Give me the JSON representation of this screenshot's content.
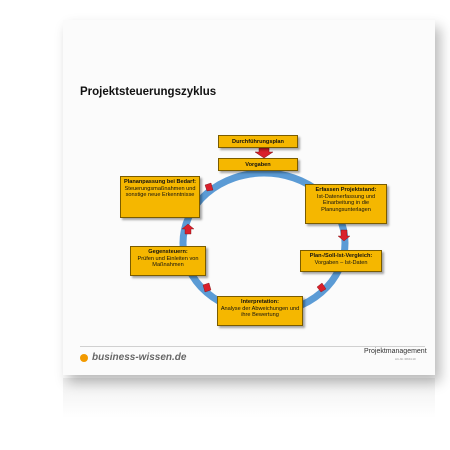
{
  "document": {
    "title": "Projektsteuerungszyklus"
  },
  "cycle": {
    "top_label": "Durchführungsplan",
    "vorgaben": "Vorgaben",
    "right_top": {
      "heading": "Erfassen Projektstand:",
      "body": "Ist-Datenerfassung und Einarbeitung in die Planungsunterlagen"
    },
    "right_bottom": {
      "heading": "Plan-/Soll-Ist-Vergleich:",
      "body": "Vorgaben – Ist-Daten"
    },
    "bottom": {
      "heading": "Interpretation:",
      "body": "Analyse der Abweichungen und ihre Bewertung"
    },
    "left_bottom": {
      "heading": "Gegensteuern:",
      "body": "Prüfen und Einleiten von Maßnahmen"
    },
    "left_top": {
      "heading": "Plananpassung bei Bedarf:",
      "body": "Steuerungsmaßnahmen und sonstige neue Erkenntnisse"
    },
    "colors": {
      "box_fill": "#f5b700",
      "ring": "#5b9bd5",
      "arrow": "#d9202c"
    }
  },
  "footer": {
    "brand": "business-wissen.de",
    "category": "Projektmanagement",
    "code": "Art.-Nr. 08.04.10"
  }
}
